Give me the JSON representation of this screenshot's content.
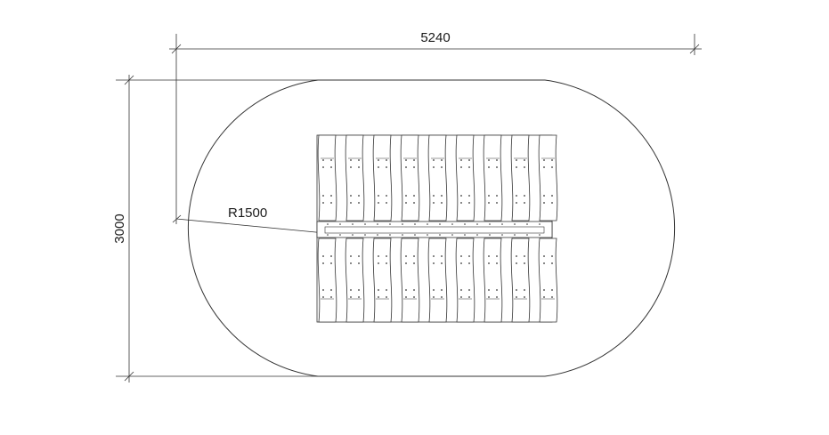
{
  "drawing": {
    "width_dimension": "5240",
    "height_dimension": "3000",
    "radius_dimension": "R1500",
    "line_color": "#333333",
    "background": "#ffffff"
  }
}
